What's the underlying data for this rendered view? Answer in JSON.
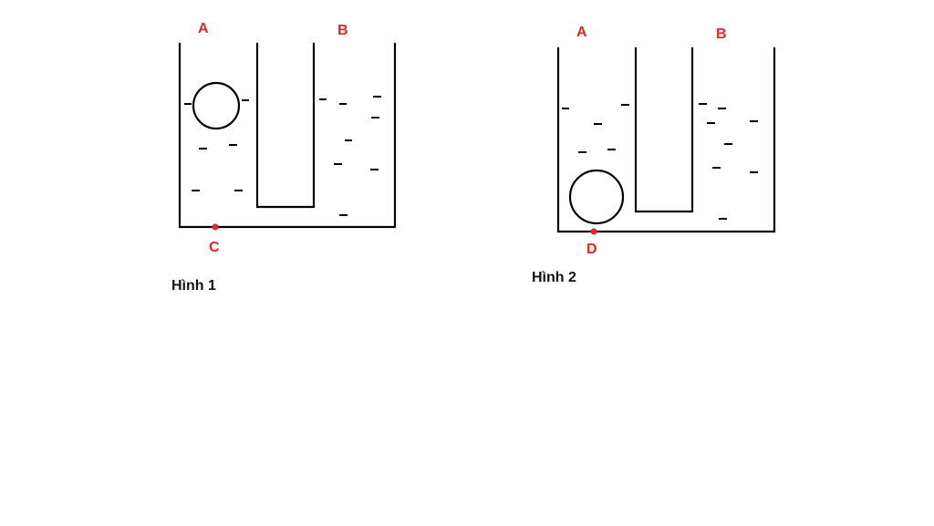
{
  "figure1": {
    "label_a": "A",
    "label_b": "B",
    "label_point": "C",
    "caption": "Hình 1"
  },
  "figure2": {
    "label_a": "A",
    "label_b": "B",
    "label_point": "D",
    "caption": "Hình 2"
  },
  "colors": {
    "label_red": "#e8232a",
    "line": "#000000",
    "background": "#ffffff"
  }
}
